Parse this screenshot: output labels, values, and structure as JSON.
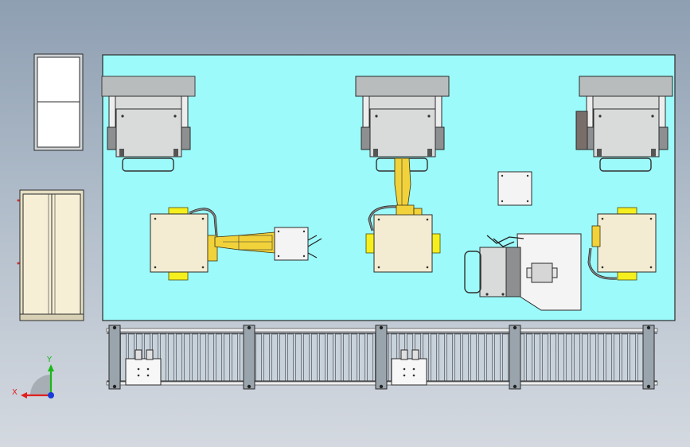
{
  "colors": {
    "cell_floor": "#9cfafa",
    "robot_yellow": "#f6ef1e",
    "base_cream": "#f3ecd2",
    "cabinet_grey": "#d9dbdb",
    "conveyor_roller": "#c8d2da"
  },
  "triad": {
    "x_label": "X",
    "y_label": "Y",
    "x_color": "#e02020",
    "y_color": "#18b818",
    "z_color": "#1a3ad8"
  },
  "layout_summary": {
    "robot_stations": 3,
    "control_cabinets": 3,
    "conveyor_lines": 1,
    "fixture_plates": 2
  }
}
